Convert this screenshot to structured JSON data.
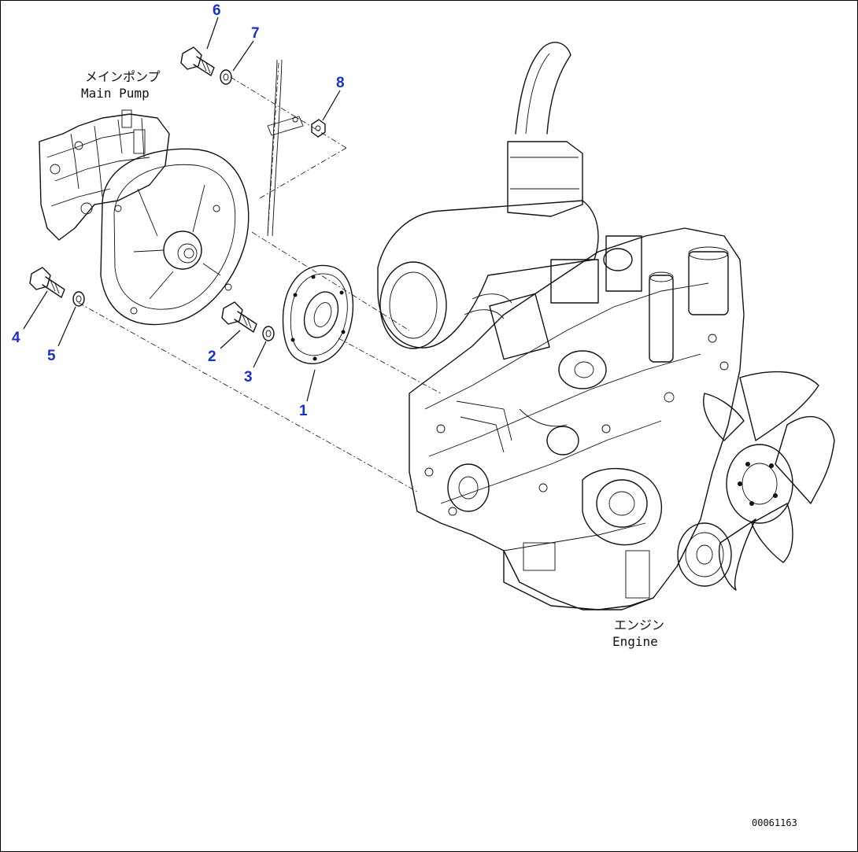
{
  "labels": {
    "main_pump_jp": "メインポンプ",
    "main_pump_en": "Main Pump",
    "engine_jp": "エンジン",
    "engine_en": "Engine",
    "figure_code": "00061163"
  },
  "callouts": [
    {
      "id": "callout-1",
      "number": "1"
    },
    {
      "id": "callout-2",
      "number": "2"
    },
    {
      "id": "callout-3",
      "number": "3"
    },
    {
      "id": "callout-4",
      "number": "4"
    },
    {
      "id": "callout-5",
      "number": "5"
    },
    {
      "id": "callout-6",
      "number": "6"
    },
    {
      "id": "callout-7",
      "number": "7"
    },
    {
      "id": "callout-8",
      "number": "8"
    }
  ],
  "colors": {
    "callout": "#1a2fd0",
    "line": "#111111",
    "background": "#ffffff"
  }
}
